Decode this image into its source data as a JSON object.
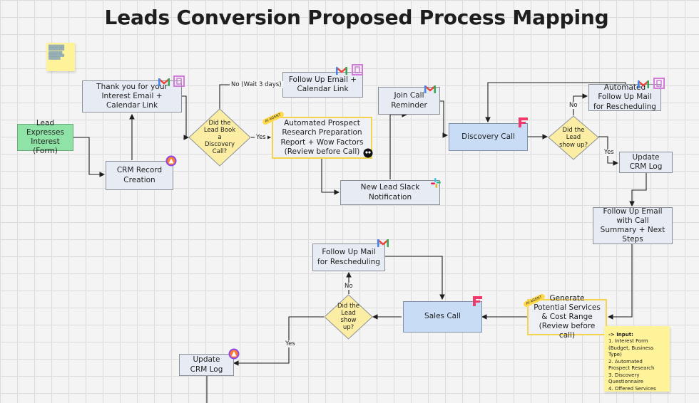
{
  "title": "Leads Conversion Proposed Process Mapping",
  "nodes": {
    "lead_expresses": "Lead Expresses Interest (Form)",
    "crm_record": "CRM Record Creation",
    "thank_you": "Thank you for your Interest Email + Calendar Link",
    "did_book": "Did the Lead Book a Discovery Call?",
    "follow_up_cal": "Follow Up Email + Calendar Link",
    "auto_research": "Automated Prospect Research Preparation Report + Wow Factors (Review before Call)",
    "join_call": "Join Call Reminder",
    "slack_notif": "New Lead Slack Notification",
    "discovery_call": "Discovery Call",
    "show_up_1": "Did the Lead show up?",
    "auto_followup_resched": "Automated Follow Up Mail for Rescheduling",
    "update_crm_1": "Update CRM Log",
    "followup_summary": "Follow Up Email with Call Summary + Next Steps",
    "gen_services": "Generate Potential Services & Cost Range (Review before call)",
    "sales_call": "Sales Call",
    "show_up_2": "Did the Lead show up?",
    "followup_resched_2": "Follow Up Mail for Rescheduling",
    "update_crm_2": "Update CRM Log"
  },
  "edge_labels": {
    "no_wait": "No (Wait 3 days)",
    "yes_1": "Yes",
    "no_1": "No",
    "yes_2": "Yes",
    "no_2": "No",
    "yes_3": "Yes"
  },
  "badges": {
    "ai_1": "AI AGENT",
    "ai_2": "AI AGENT"
  },
  "input_note": {
    "heading": "-> Input:",
    "items": [
      "1. Interest Form (Budget, Business Type)",
      "2. Automated Prospect Research",
      "3. Discovery Questionnaire",
      "4. Offered Services"
    ]
  },
  "icons": [
    "gmail-icon",
    "calendar-icon",
    "slack-icon",
    "clickup-icon",
    "crm-icon",
    "ai-research-icon"
  ]
}
